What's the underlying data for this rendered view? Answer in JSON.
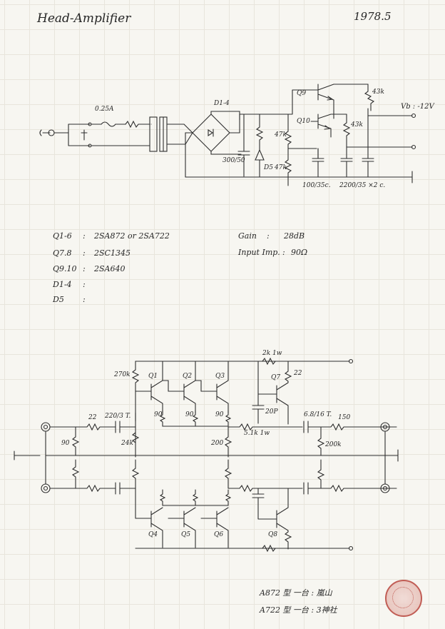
{
  "header": {
    "title": "Head-Amplifier",
    "date": "1978.5"
  },
  "power_supply": {
    "fuse": "0.25A",
    "bridge": "D1-4",
    "q_upper": "Q9",
    "q_lower": "Q10",
    "r_43k_a": "43k",
    "r_43k_b": "43k",
    "r_47k_a": "47k",
    "r_47k_b": "47k",
    "cap_300": "300/50",
    "zener": "D5",
    "vb": "Vb : -12V",
    "cap_100": "100/35c.",
    "cap_2200": "2200/35 ×2 c."
  },
  "parts": {
    "q1_6_label": "Q1-6",
    "q1_6_value": "2SA872 or 2SA722",
    "q7_8_label": "Q7.8",
    "q7_8_value": "2SC1345",
    "q9_10_label": "Q9.10",
    "q9_10_value": "2SA640",
    "d1_4_label": "D1-4",
    "d5_label": "D5",
    "sep": ":"
  },
  "specs": {
    "gain_label": "Gain",
    "gain_value": "28dB",
    "input_label": "Input Imp.",
    "input_value": "90Ω"
  },
  "amp": {
    "r_2k": "2k 1w",
    "r_270k": "270k",
    "q1": "Q1",
    "q2": "Q2",
    "q3": "Q3",
    "q7": "Q7",
    "r_22a": "22",
    "r_22b": "22",
    "r_90a": "90",
    "r_90b": "90",
    "r_90c": "90",
    "r_90d": "90",
    "cap_220": "220/3 T.",
    "cap_20p": "20P",
    "cap_68": "6.8/16 T.",
    "r_150": "150",
    "r_24k": "24k",
    "r_200": "200",
    "r_51k": "5.1k 1w",
    "r_200k": "200k",
    "q4": "Q4",
    "q5": "Q5",
    "q6": "Q6",
    "q8": "Q8"
  },
  "notes": {
    "line1": "A872 型 一台 : 嵐山",
    "line2": "A722 型 一台 : 3神社"
  }
}
